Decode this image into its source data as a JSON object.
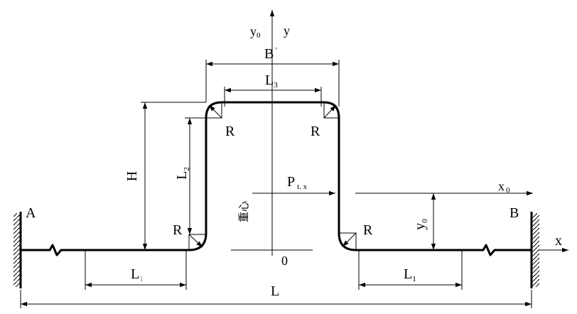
{
  "labels": {
    "a": "A",
    "b": "B",
    "y0": "y",
    "y0_sub": "0",
    "y": "y",
    "b_prime": "B",
    "b_prime_mark": "′",
    "l3": "L",
    "l3_sub": "3",
    "h": "H",
    "l2": "L",
    "l2_sub": "2",
    "r_top_left": "R",
    "r_top_right": "R",
    "r_bottom_left": "R",
    "r_bottom_right": "R",
    "p": "P",
    "p_sub": "t. x",
    "centroid": "重心",
    "x0": "x",
    "x0_sub": "0",
    "y_bar": "y",
    "y_bar_sub": "0",
    "origin": "0",
    "x": "x",
    "l_left": "L",
    "l_left_sub": "1",
    "l_right": "L",
    "l_right_sub": "1",
    "l_total": "L"
  },
  "colors": {
    "stroke": "#000000",
    "background": "#ffffff"
  }
}
